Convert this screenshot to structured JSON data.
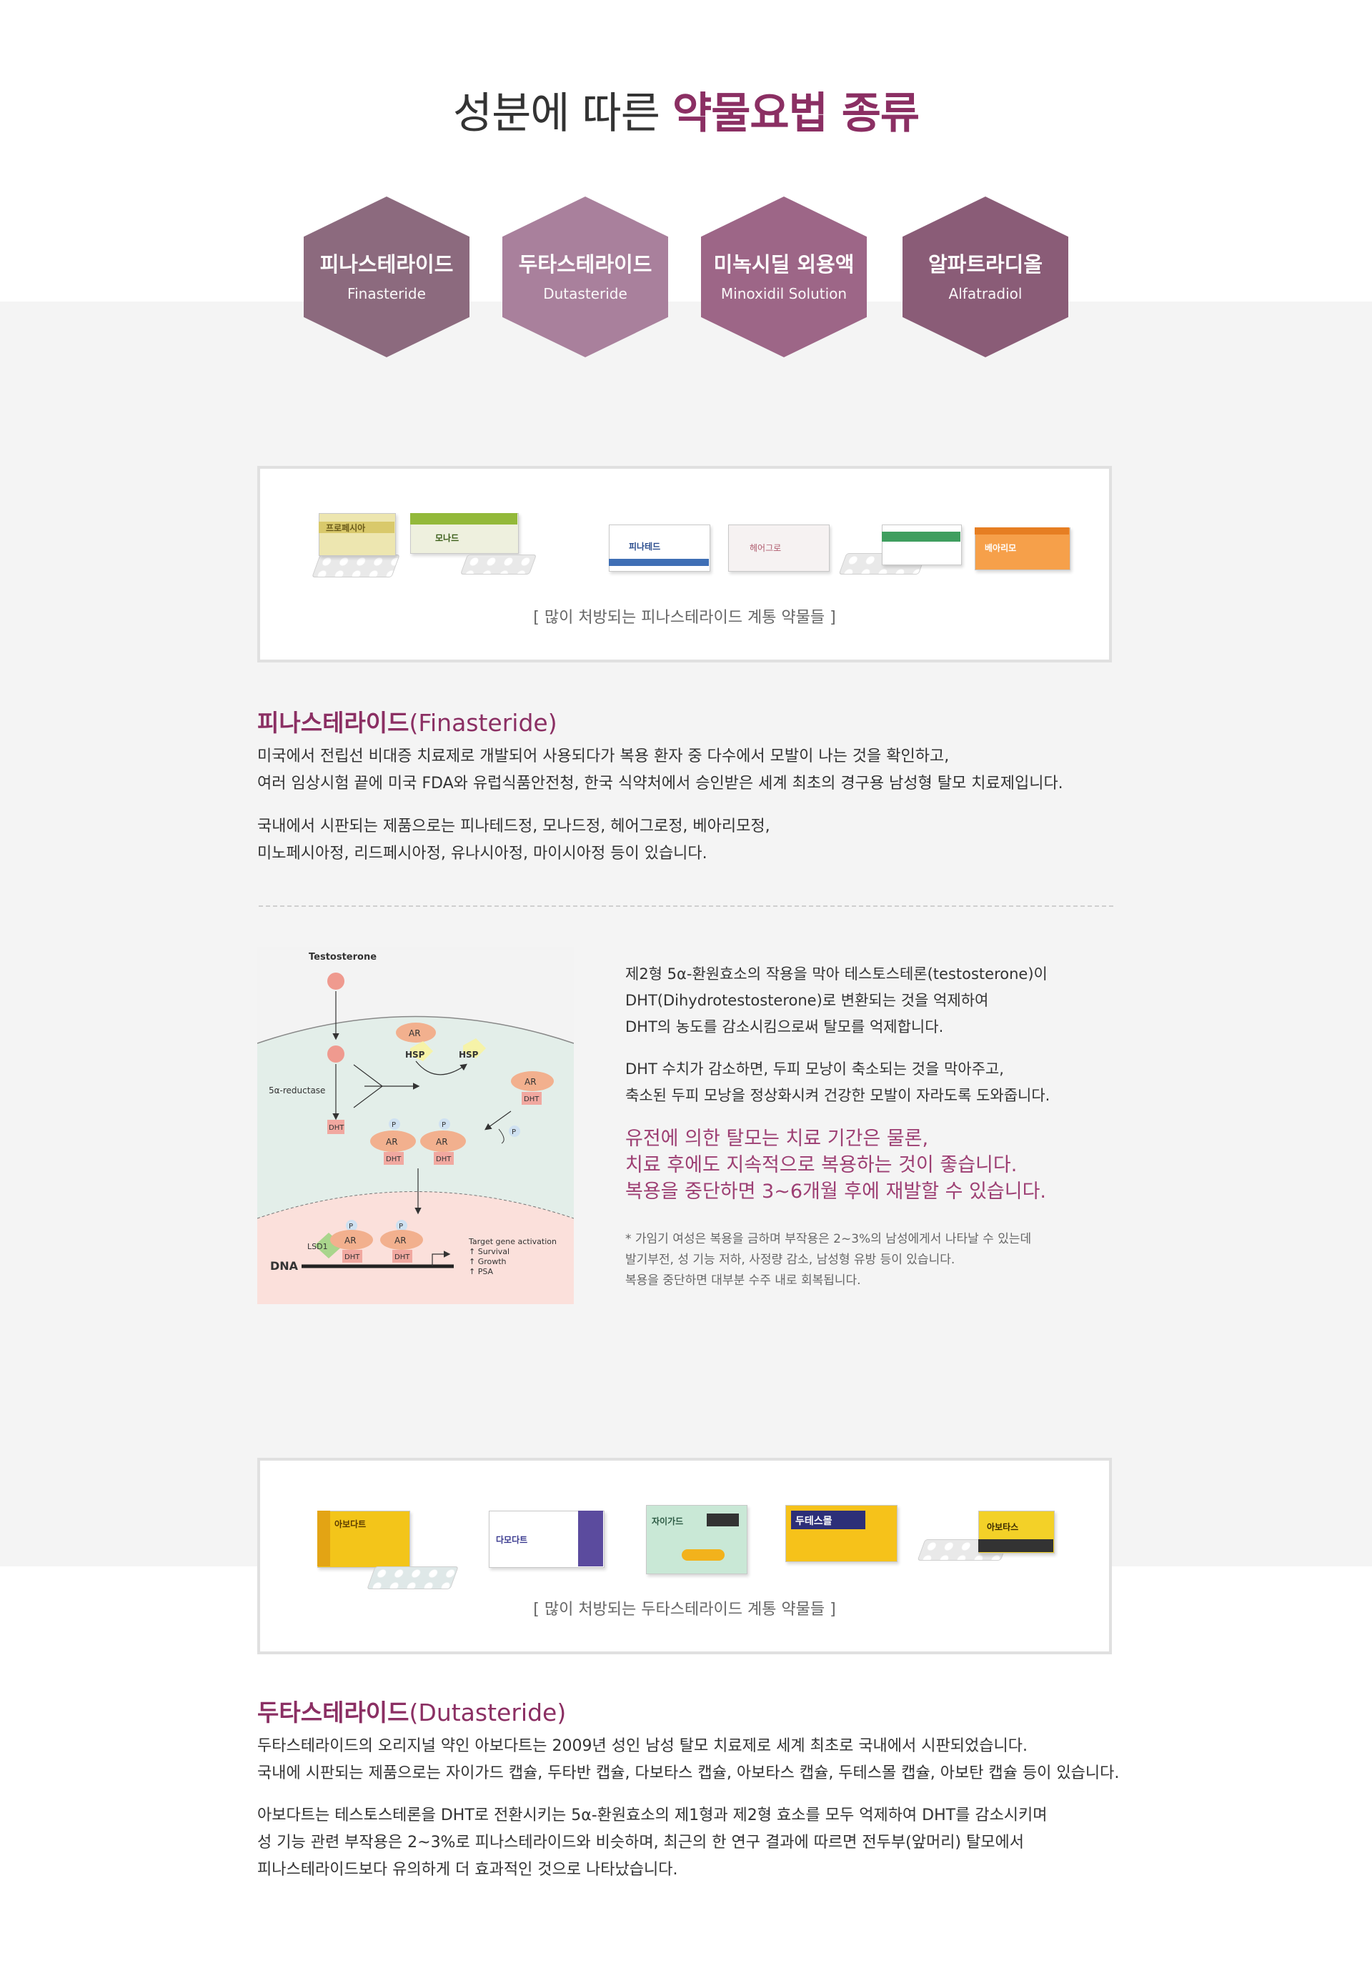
{
  "title": {
    "prefix": "성분에 따른",
    "accent": "약물요법 종류"
  },
  "categories": [
    {
      "ko": "피나스테라이드",
      "en": "Finasteride",
      "color": "#8c6a7e"
    },
    {
      "ko": "두타스테라이드",
      "en": "Dutasteride",
      "color": "#a9809c"
    },
    {
      "ko": "미녹시딜 외용액",
      "en": "Minoxidil Solution",
      "color": "#9d6687"
    },
    {
      "ko": "알파트라디올",
      "en": "Alfatradiol",
      "color": "#8a5c77"
    }
  ],
  "finasteride": {
    "caption": "[ 많이 처방되는 피나스테라이드 계통 약물들 ]",
    "products": [
      "프로페시아",
      "모나드",
      "피나테드",
      "헤어그로",
      "",
      "베아리모"
    ],
    "title_ko": "피나스테라이드",
    "title_en": "(Finasteride)",
    "p1": [
      "미국에서 전립선 비대증 치료제로 개발되어 사용되다가 복용 환자 중 다수에서 모발이 나는 것을 확인하고,",
      "여러 임상시험 끝에 미국 FDA와 유럽식품안전청, 한국 식약처에서 승인받은 세계 최초의 경구용 남성형 탈모 치료제입니다."
    ],
    "p2": [
      "국내에서 시판되는 제품으로는 피나테드정, 모나드정, 헤어그로정, 베아리모정,",
      "미노페시아정, 리드페시아정, 유나시아정, 마이시아정 등이 있습니다."
    ]
  },
  "diagram": {
    "testosterone": "Testosterone",
    "reductase": "5α-reductase",
    "ar": "AR",
    "hsp": "HSP",
    "dht": "DHT",
    "p": "P",
    "lsd1": "LSD1",
    "dna": "DNA",
    "target": "Target gene activation",
    "survival": "↑ Survival",
    "growth": "↑ Growth",
    "psa": "↑ PSA"
  },
  "mechanism": {
    "p1": [
      "제2형 5α-환원효소의 작용을 막아 테스토스테론(testosterone)이",
      "DHT(Dihydrotestosterone)로 변환되는 것을 억제하여",
      "DHT의 농도를 감소시킴으로써 탈모를 억제합니다."
    ],
    "p2": [
      "DHT 수치가 감소하면, 두피 모낭이 축소되는 것을 막아주고,",
      "축소된 두피 모낭을 정상화시켜 건강한 모발이 자라도록 도와줍니다."
    ],
    "highlight": [
      "유전에 의한 탈모는 치료 기간은 물론,",
      "치료 후에도 지속적으로 복용하는 것이 좋습니다.",
      "복용을 중단하면 3~6개월 후에 재발할 수 있습니다."
    ],
    "note": [
      "* 가임기 여성은 복용을 금하며 부작용은 2~3%의 남성에게서 나타날 수 있는데",
      "발기부전, 성 기능 저하, 사정량 감소, 남성형 유방 등이 있습니다.",
      "복용을 중단하면 대부분 수주 내로 회복됩니다."
    ]
  },
  "dutasteride": {
    "caption": "[ 많이 처방되는 두타스테라이드 계통 약물들 ]",
    "products": [
      "아보다트",
      "다모다트",
      "자이가드",
      "두테스몰",
      "아보타스"
    ],
    "title_ko": "두타스테라이드",
    "title_en": "(Dutasteride)",
    "p1": [
      "두타스테라이드의 오리지널 약인 아보다트는 2009년 성인 남성 탈모 치료제로 세계 최초로 국내에서 시판되었습니다.",
      "국내에 시판되는 제품으로는 자이가드 캡슐, 두타반 캡슐, 다보타스 캡슐, 아보타스 캡슐, 두테스몰 캡슐, 아보탄 캡슐 등이 있습니다."
    ],
    "p2": [
      "아보다트는 테스토스테론을 DHT로 전환시키는 5α-환원효소의 제1형과 제2형 효소를 모두 억제하여 DHT를 감소시키며",
      "성 기능 관련 부작용은 2~3%로 피나스테라이드와 비슷하며, 최근의 한 연구 결과에 따르면 전두부(앞머리) 탈모에서",
      "피나스테라이드보다 유의하게 더 효과적인 것으로 나타났습니다."
    ]
  }
}
